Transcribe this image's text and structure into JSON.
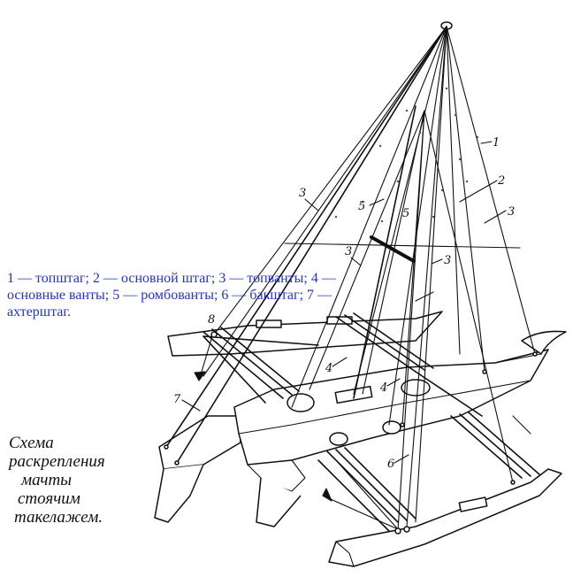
{
  "diagram": {
    "legend_lines": [
      "1 — топштаг; 2 — основной штаг; 3 — топванты; 4 —",
      "основные ванты; 5 — ромбованты; 6 — бакштаг; 7 —",
      "ахтерштаг."
    ],
    "caption_lines": [
      "Схема",
      "раскрепления",
      "мачты",
      "стоячим",
      "такелажем."
    ],
    "callouts": {
      "c1": "1",
      "c2": "2",
      "c3a": "3",
      "c3b": "3",
      "c3c": "3",
      "c3d": "3",
      "c4a": "4",
      "c4b": "4",
      "c5a": "5",
      "c5b": "5",
      "c6": "6",
      "c7a": "7",
      "c8": "8"
    }
  }
}
